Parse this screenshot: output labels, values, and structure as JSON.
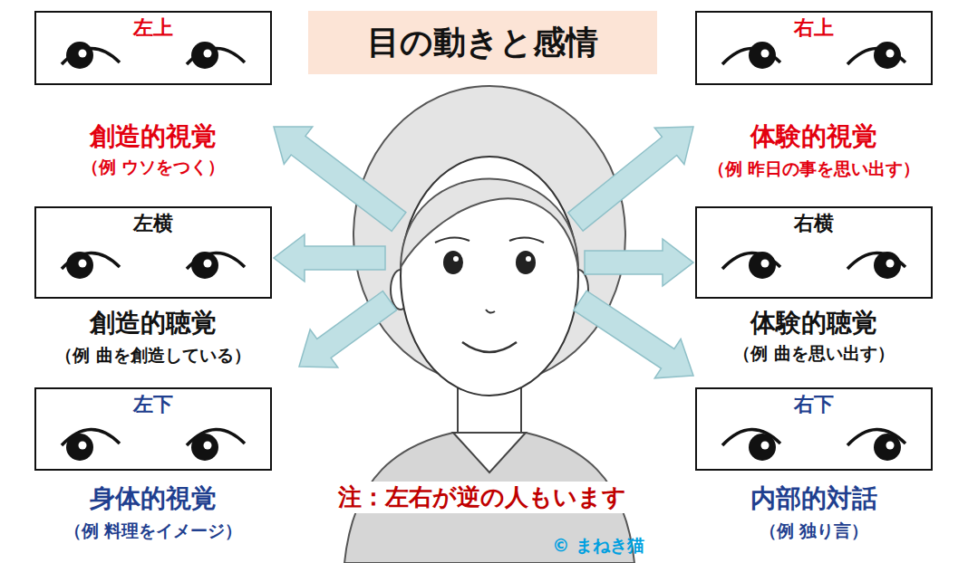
{
  "diagram": {
    "title": "目の動きと感情",
    "nodes": [
      {
        "text": [
          "左上",
          "創造的視覚",
          "（例 ウソをつく）"
        ]
      },
      {
        "text": [
          "右上",
          "体験的視覚",
          "（例 昨日の事を思い出す）"
        ]
      },
      {
        "text": [
          "左横",
          "創造的聴覚",
          "（例 曲を創造している）"
        ]
      },
      {
        "text": [
          "右横",
          "体験的聴覚",
          "（例 曲を思い出す）"
        ]
      },
      {
        "text": [
          "左下",
          "身体的視覚",
          "（例 料理をイメージ）"
        ]
      },
      {
        "text": [
          "右下",
          "内部的対話",
          "（例 独り言）"
        ]
      }
    ],
    "labels": [
      "注：左右が逆の人もいます",
      "©  まねき猫"
    ]
  }
}
